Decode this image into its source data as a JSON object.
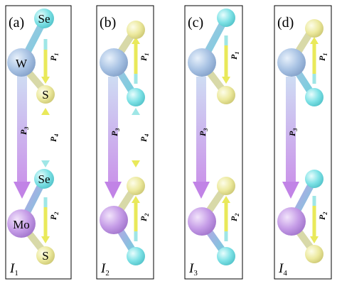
{
  "panels": [
    {
      "tag": "(a)",
      "config": {
        "main": "I",
        "sub": "1"
      },
      "atoms": {
        "top_chalcogen": "Se",
        "top_metal": "W",
        "top_bottom_chalcogen": "S",
        "bottom_top_chalcogen": "Se",
        "bottom_metal": "Mo",
        "bottom_chalcogen": "S"
      },
      "dipoles": [
        {
          "main": "P",
          "sub": "1"
        },
        {
          "main": "P",
          "sub": "3"
        },
        {
          "main": "P",
          "sub": "4"
        },
        {
          "main": "P",
          "sub": "2"
        }
      ]
    },
    {
      "tag": "(b)",
      "config": {
        "main": "I",
        "sub": "2"
      },
      "dipoles": [
        {
          "main": "P",
          "sub": "1"
        },
        {
          "main": "P",
          "sub": "3"
        },
        {
          "main": "P",
          "sub": "4"
        },
        {
          "main": "P",
          "sub": "2"
        }
      ]
    },
    {
      "tag": "(c)",
      "config": {
        "main": "I",
        "sub": "3"
      },
      "dipoles": [
        {
          "main": "P",
          "sub": "1"
        },
        {
          "main": "P",
          "sub": "3"
        },
        {
          "main": "P",
          "sub": "2"
        }
      ]
    },
    {
      "tag": "(d)",
      "config": {
        "main": "I",
        "sub": "4"
      },
      "dipoles": [
        {
          "main": "P",
          "sub": "1"
        },
        {
          "main": "P",
          "sub": "3"
        },
        {
          "main": "P",
          "sub": "2"
        }
      ]
    }
  ],
  "colors": {
    "W_atom": "#9dbbe0",
    "Mo_atom": "#c49be6",
    "Se_atom": "#7ee3e6",
    "S_atom": "#ecea9e",
    "bond_cyan": "#6fd0dc",
    "bond_yellow": "#e0da7e",
    "dipole_yellow": "#ecec3a",
    "dipole_cyan_to_yellow": "#9fe6e6",
    "interlayer_arrow_top": "#b8c8ec",
    "interlayer_arrow_bottom": "#c282e6"
  }
}
